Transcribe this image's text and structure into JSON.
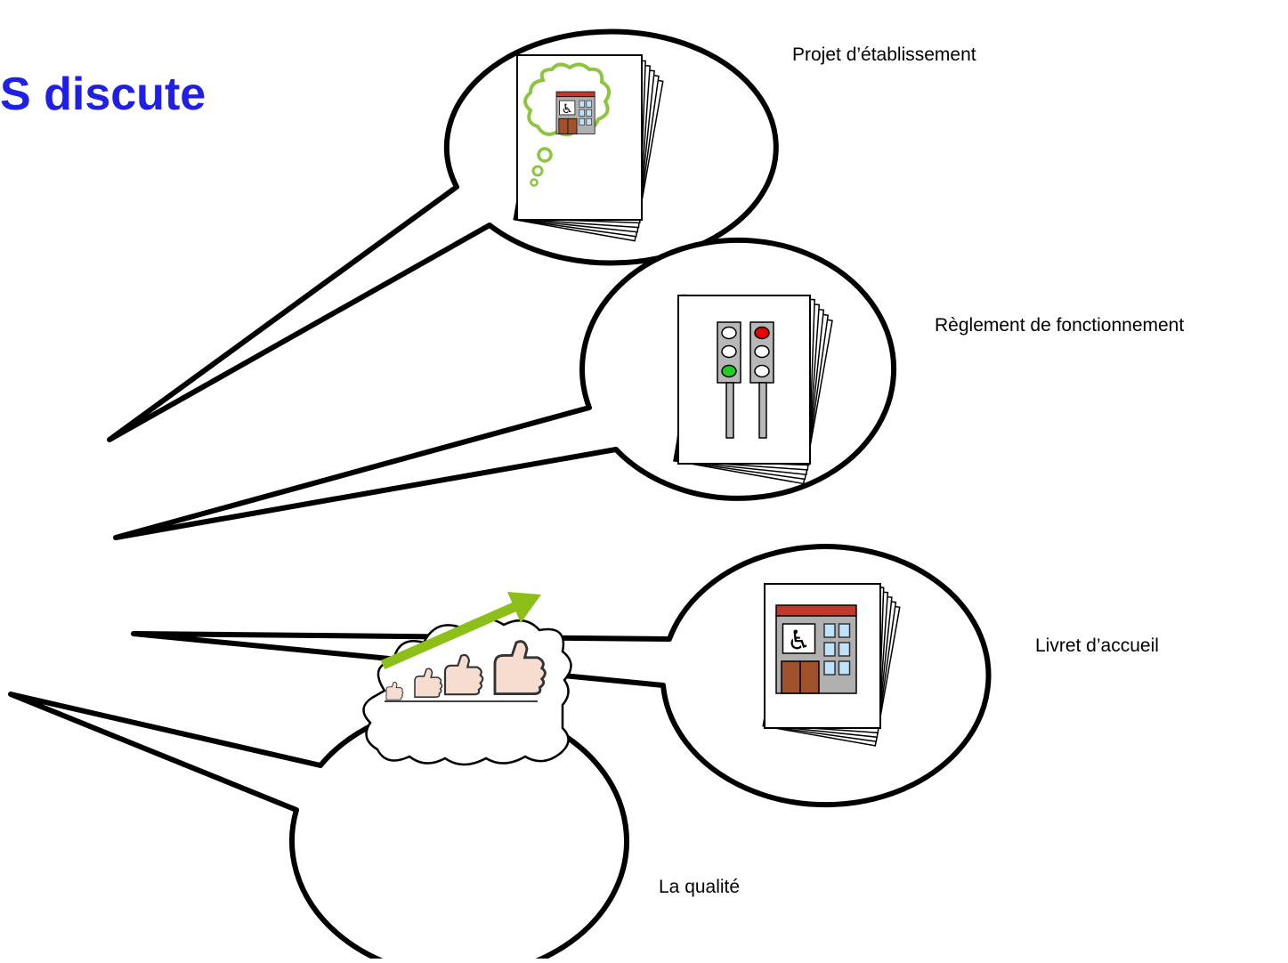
{
  "title": "S discute",
  "items": [
    {
      "id": "projet",
      "label": "Projet d’établissement",
      "icon": "document-building-thought-icon"
    },
    {
      "id": "reglement",
      "label": "Règlement de fonctionnement",
      "icon": "document-traffic-lights-icon"
    },
    {
      "id": "livret",
      "label": "Livret d’accueil",
      "icon": "document-building-icon"
    },
    {
      "id": "qualite",
      "label": "La qualité",
      "icon": "quality-thumbs-up-arrow-icon"
    }
  ],
  "colors": {
    "title": "#1f1fe6",
    "outline": "#000000",
    "thought_cloud": "#8cc63f",
    "arrow": "#8cc018",
    "building_roof": "#c0392b",
    "building_door": "#a0522d",
    "building_wall": "#b0b0b0",
    "window": "#bfe3ff",
    "light_red": "#e60000",
    "light_green": "#22cc22",
    "skin": "#f6ddd0"
  }
}
